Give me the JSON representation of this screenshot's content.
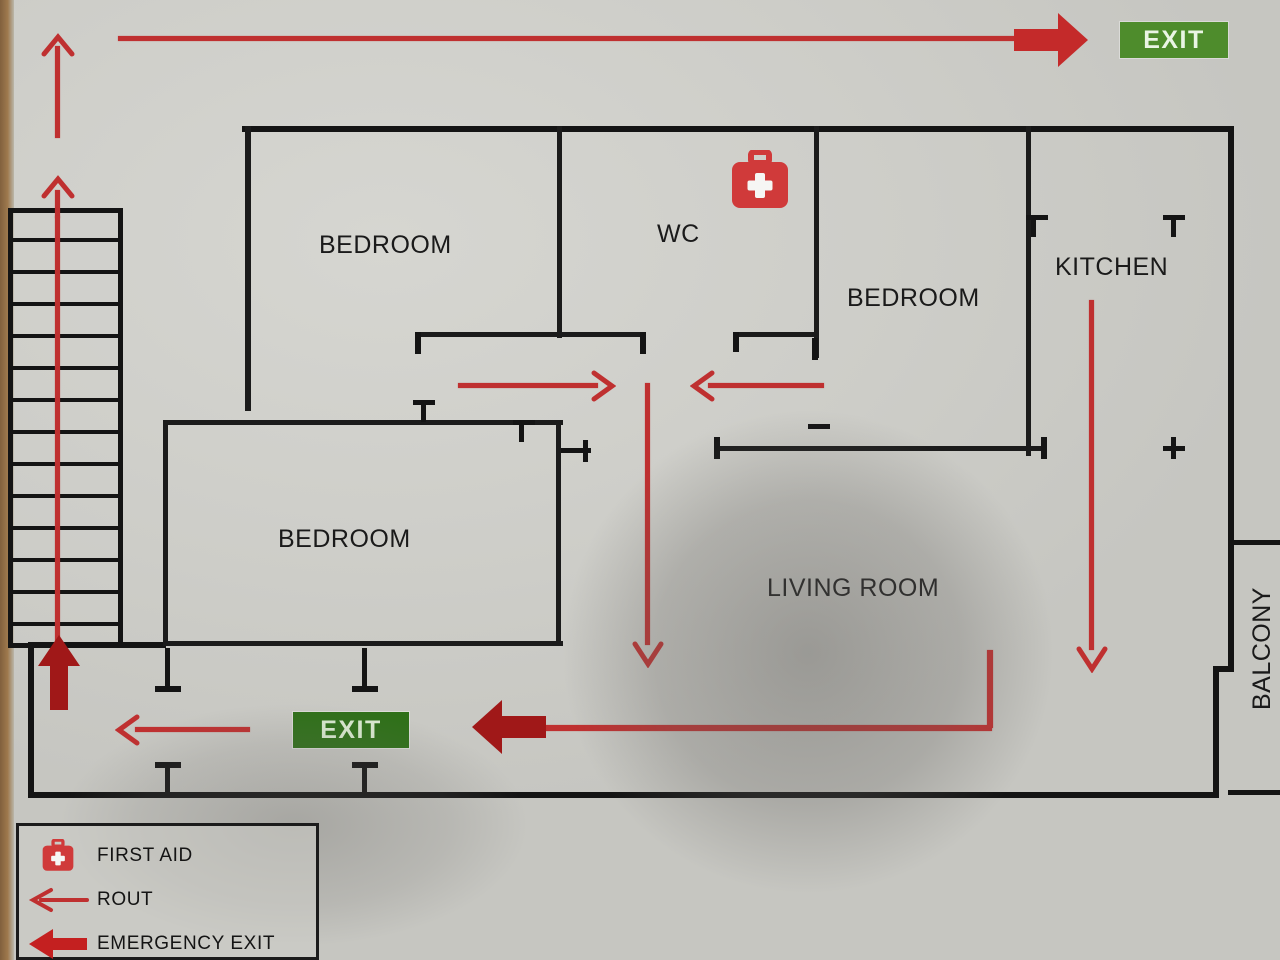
{
  "poster": {
    "type": "emergency-evacuation-floor-plan",
    "background_color": "#cfcfca",
    "wall_color": "#1b1b1b",
    "route_color": "#bf3030",
    "emergency_exit_arrow_color": "#a01818",
    "exit_sign_green": "#4e8c2c",
    "exit_sign_green_shadowed": "#2f7019",
    "first_aid_red": "#d03a3a"
  },
  "rooms": [
    {
      "name": "bedroom-top-left",
      "label": "BEDROOM"
    },
    {
      "name": "wc",
      "label": "WC"
    },
    {
      "name": "bedroom-top-right",
      "label": "BEDROOM"
    },
    {
      "name": "kitchen",
      "label": "KITCHEN"
    },
    {
      "name": "bedroom-lower-left",
      "label": "BEDROOM"
    },
    {
      "name": "living-room",
      "label": "LIVING ROOM"
    },
    {
      "name": "balcony",
      "label": "BALCONY"
    }
  ],
  "exit_signs": [
    {
      "name": "exit-sign-top-right",
      "label": "EXIT"
    },
    {
      "name": "exit-sign-bottom-corridor",
      "label": "EXIT"
    }
  ],
  "legend": {
    "items": [
      {
        "icon": "first-aid-kit-icon",
        "label": "FIRST AID"
      },
      {
        "icon": "thin-left-arrow-icon",
        "label": "ROUT"
      },
      {
        "icon": "thick-left-arrow-icon",
        "label": "EMERGENCY EXIT"
      }
    ]
  },
  "icons": {
    "first_aid_in_plan": "first-aid-kit-icon",
    "staircase": "staircase-icon"
  },
  "route_arrows": [
    {
      "name": "route-arrow-left-outer-up",
      "direction": "up"
    },
    {
      "name": "route-arrow-left-inner-up",
      "direction": "up"
    },
    {
      "name": "route-arrow-top-corridor-right",
      "direction": "right"
    },
    {
      "name": "route-arrow-hall-right",
      "direction": "right"
    },
    {
      "name": "route-arrow-hall-left",
      "direction": "left"
    },
    {
      "name": "route-arrow-hall-center-down",
      "direction": "down"
    },
    {
      "name": "route-arrow-kitchen-down",
      "direction": "down"
    },
    {
      "name": "route-arrow-bottom-corridor-left",
      "direction": "left"
    },
    {
      "name": "route-arrow-exit-left",
      "direction": "left"
    }
  ],
  "emergency_exit_arrows": [
    {
      "name": "emergency-exit-arrow-top-right",
      "direction": "right"
    },
    {
      "name": "emergency-exit-arrow-stairs-up",
      "direction": "up"
    },
    {
      "name": "emergency-exit-arrow-bottom-left",
      "direction": "left"
    }
  ],
  "stairs": {
    "step_count": 13
  }
}
